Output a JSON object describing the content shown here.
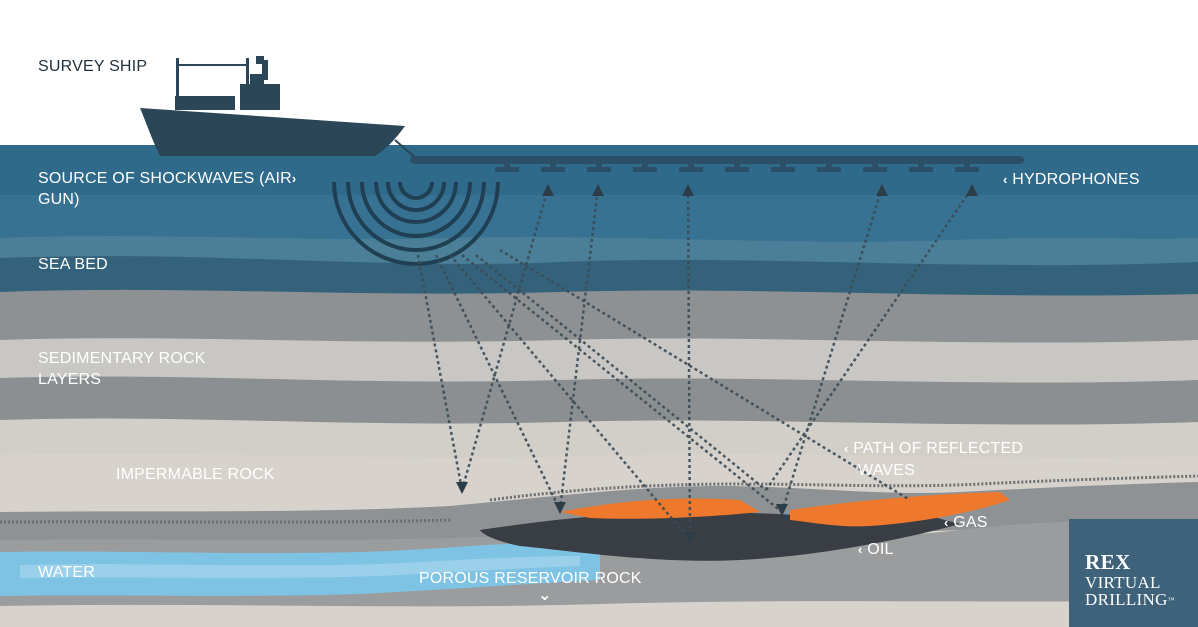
{
  "labels": {
    "survey_ship": "SURVEY SHIP",
    "source_line1": "SOURCE OF SHOCKWAVES (AIR",
    "source_line2": "GUN)",
    "hydrophones": "HYDROPHONES",
    "sea_bed": "SEA BED",
    "sedimentary_line1": "SEDIMENTARY ROCK",
    "sedimentary_line2": "LAYERS",
    "impermable": "IMPERMABLE ROCK",
    "path_line1": "PATH OF REFLECTED",
    "path_line2": "WAVES",
    "gas": "GAS",
    "oil": "OIL",
    "water": "WATER",
    "porous": "POROUS RESERVOIR ROCK"
  },
  "logo": {
    "line1": "REX",
    "line2": "VIRTUAL",
    "line3": "DRILLING",
    "trademark": "™"
  },
  "colors": {
    "sky": "#ffffff",
    "sea": "#2d6688",
    "sea_deep": "#3c7392",
    "seabed": "#4d8198",
    "rock_grey": "#8a8e90",
    "rock_light": "#c8c6c3",
    "rock_tan": "#d4cfc9",
    "water_layer": "#7ec3e3",
    "oil": "#3a3e45",
    "gas": "#ef7a2c",
    "ship": "#2b4657",
    "label_dark": "#1e2f3d",
    "label_light": "#ffffff",
    "logo_bg": "#3e6279"
  },
  "icons": {
    "arrow_right": "›",
    "arrow_left": "‹",
    "arrow_down": "⌄"
  }
}
